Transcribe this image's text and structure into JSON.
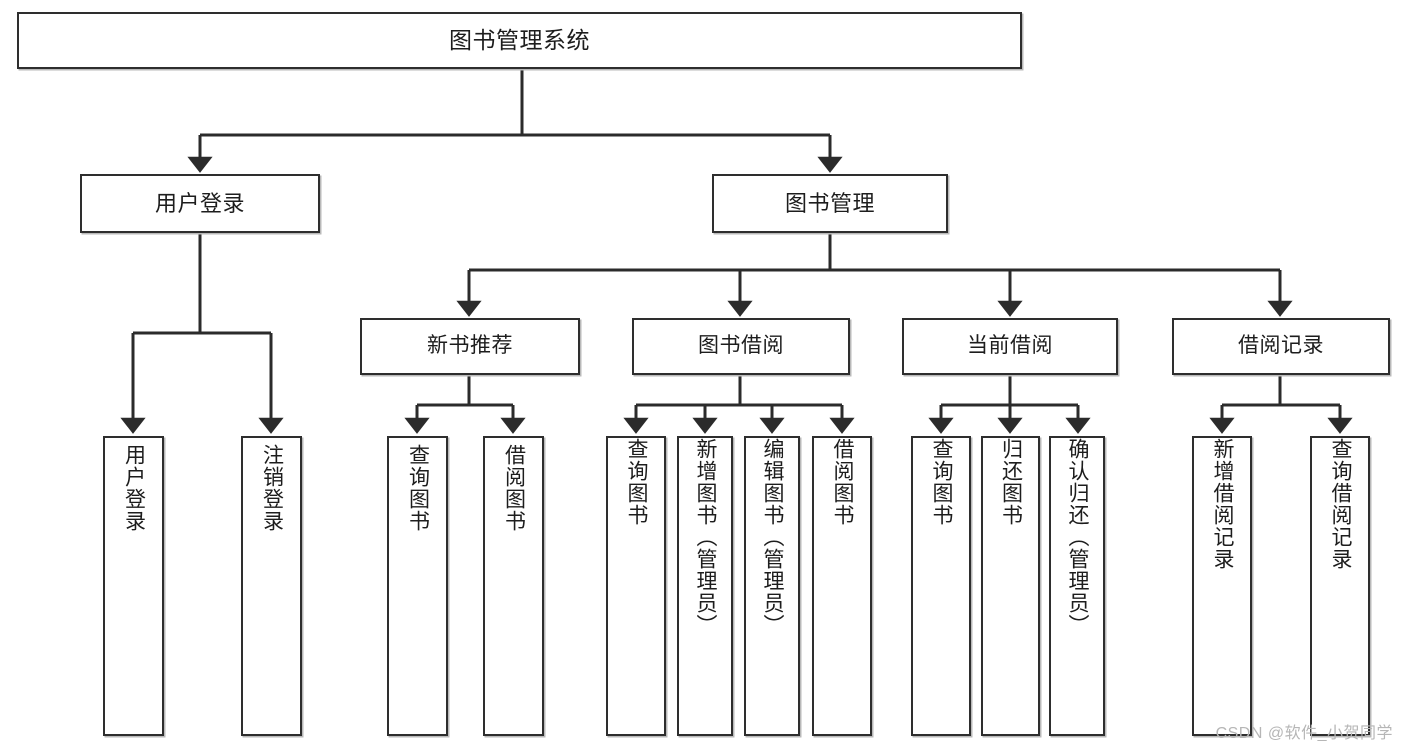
{
  "diagram": {
    "title": "图书管理系统",
    "watermark": "CSDN @软件_小贺同学",
    "colors": {
      "background": "#ffffff",
      "box_border": "#2e2e2e",
      "box_fill": "#ffffff",
      "connector": "#2b2b2b",
      "box_shadow": "#b9b9b9",
      "text": "#1d1d1d",
      "watermark": "#b6b6b6"
    },
    "root": {
      "label": "图书管理系统"
    },
    "level2": [
      {
        "label": "用户登录"
      },
      {
        "label": "图书管理"
      }
    ],
    "level3": [
      {
        "label": "新书推荐"
      },
      {
        "label": "图书借阅"
      },
      {
        "label": "当前借阅"
      },
      {
        "label": "借阅记录"
      }
    ],
    "leaves": {
      "user_login": [
        {
          "label": "用户登录"
        },
        {
          "label": "注销登录"
        }
      ],
      "new_book_recommend": [
        {
          "label": "查询图书"
        },
        {
          "label": "借阅图书"
        }
      ],
      "book_borrow": [
        {
          "label": "查询图书"
        },
        {
          "label": "新增图书（管理员）"
        },
        {
          "label": "编辑图书（管理员）"
        },
        {
          "label": "借阅图书"
        }
      ],
      "current_borrow": [
        {
          "label": "查询图书"
        },
        {
          "label": "归还图书"
        },
        {
          "label": "确认归还（管理员）"
        }
      ],
      "borrow_record": [
        {
          "label": "新增借阅记录"
        },
        {
          "label": "查询借阅记录"
        }
      ]
    }
  }
}
